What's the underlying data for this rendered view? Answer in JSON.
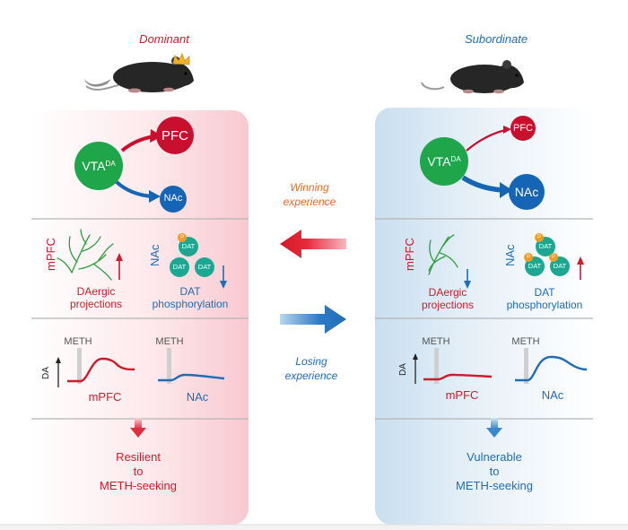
{
  "dominant": {
    "title": "Dominant",
    "pfc": "PFC",
    "vta": "VTA",
    "vta_sup": "DA",
    "nac": "NAc",
    "mpfc_label": "mPFC",
    "projection_label_1": "DAergic",
    "projection_label_2": "projections",
    "dat_nac_label": "NAc",
    "dat_label": "DAT",
    "dat_phos_1": "DAT",
    "dat_phos_2": "phosphorylation",
    "meth_1": "METH",
    "meth_2": "METH",
    "da_label": "DA",
    "trace_1_label": "mPFC",
    "trace_2_label": "NAc",
    "outcome_1": "Resilient",
    "outcome_2": "to",
    "outcome_3": "METH-seeking"
  },
  "subordinate": {
    "title": "Subordinate",
    "pfc": "PFC",
    "vta": "VTA",
    "vta_sup": "DA",
    "nac": "NAc",
    "mpfc_label": "mPFC",
    "projection_label_1": "DAergic",
    "projection_label_2": "projections",
    "dat_nac_label": "NAc",
    "dat_label": "DAT",
    "dat_phos_1": "DAT",
    "dat_phos_2": "phosphorylation",
    "meth_1": "METH",
    "meth_2": "METH",
    "da_label": "DA",
    "trace_1_label": "mPFC",
    "trace_2_label": "NAc",
    "outcome_1": "Vulnerable",
    "outcome_2": "to",
    "outcome_3": "METH-seeking"
  },
  "middle": {
    "winning_1": "Winning",
    "winning_2": "experience",
    "losing_1": "Losing",
    "losing_2": "experience"
  },
  "phospho_mark": "P",
  "colors": {
    "red": "#d11a2a",
    "blue": "#1f6db5",
    "orange": "#e06a2a",
    "green": "#1fa64a",
    "teal": "#1aa893",
    "pfc_red": "#c8102e",
    "nac_blue": "#1565b5",
    "phospho_orange": "#f39c23"
  }
}
